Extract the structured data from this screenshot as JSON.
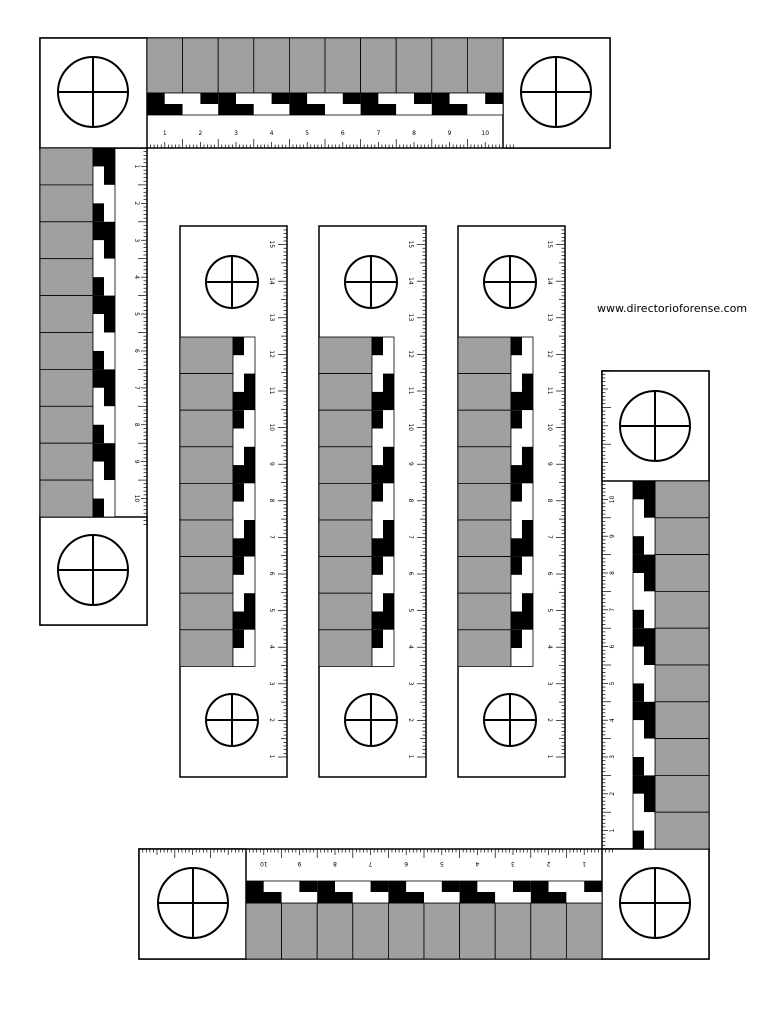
{
  "site_url": "www.directorioforense.com",
  "colors": {
    "scale_gray": "#a0a0a0",
    "ink": "#000000",
    "paper": "#ffffff"
  },
  "scales": {
    "L_top_horizontal": {
      "labels": [
        "1",
        "2",
        "3",
        "4",
        "5",
        "6",
        "7",
        "8",
        "9",
        "10"
      ]
    },
    "L_left_vertical": {
      "labels": [
        "1",
        "2",
        "3",
        "4",
        "5",
        "6",
        "7",
        "8",
        "9",
        "10"
      ]
    },
    "L_right_vertical": {
      "labels": [
        "1",
        "2",
        "3",
        "4",
        "5",
        "6",
        "7",
        "8",
        "9",
        "10"
      ]
    },
    "L_bottom_horizontal": {
      "labels": [
        "1",
        "2",
        "3",
        "4",
        "5",
        "6",
        "7",
        "8",
        "9",
        "10"
      ]
    },
    "rulers": {
      "labels": [
        "1",
        "2",
        "3",
        "4",
        "5",
        "6",
        "7",
        "8",
        "9",
        "10",
        "11",
        "12",
        "13",
        "14",
        "15"
      ]
    },
    "ruler_count": 3
  },
  "icons": {
    "crosshair": "crosshair-target-icon"
  }
}
